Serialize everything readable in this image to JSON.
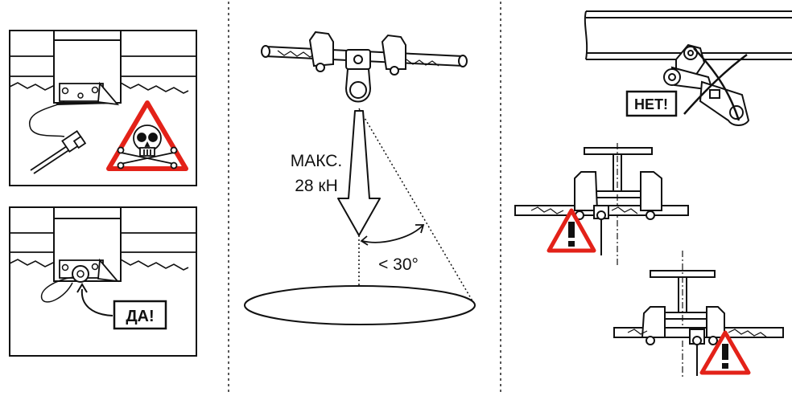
{
  "center": {
    "max_label": "МАКС.",
    "force_label": "28 кН",
    "angle_label": "< 30°"
  },
  "left": {
    "yes_label": "ДА!"
  },
  "right": {
    "no_label": "НЕТ!"
  },
  "colors": {
    "warning_red": "#e32219",
    "line": "#1a1a1a",
    "background": "#ffffff"
  }
}
